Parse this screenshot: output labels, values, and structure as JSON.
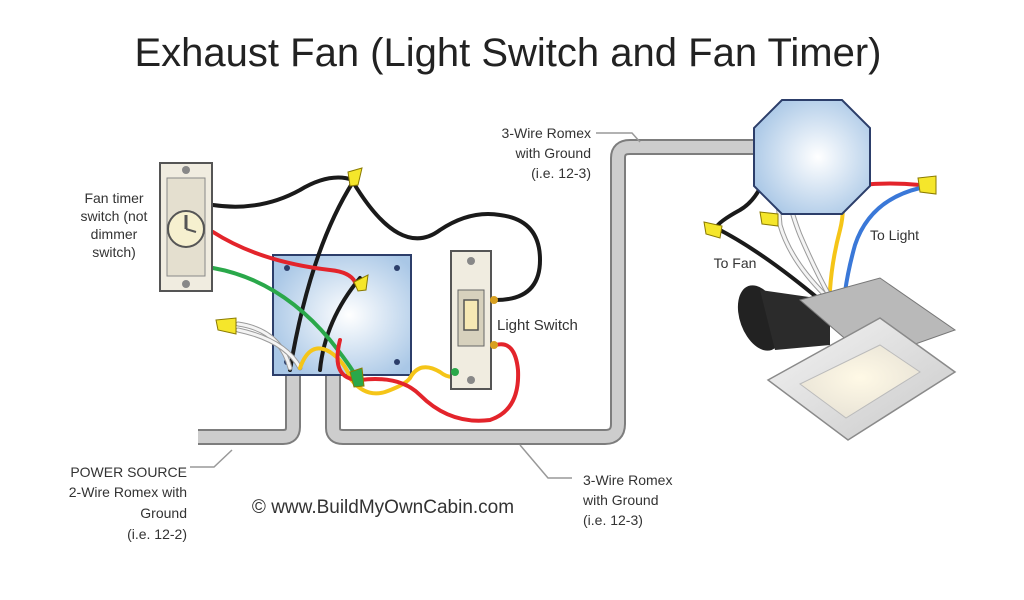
{
  "title": "Exhaust Fan (Light Switch and Fan Timer)",
  "labels": {
    "fan_timer": [
      "Fan timer",
      "switch (not",
      "dimmer",
      "switch)"
    ],
    "light_switch": "Light Switch",
    "romex_top": [
      "3-Wire Romex",
      "with Ground",
      "(i.e. 12-3)"
    ],
    "romex_bottom": [
      "3-Wire Romex",
      "with Ground",
      "(i.e. 12-3)"
    ],
    "power_source": [
      "POWER SOURCE",
      "2-Wire Romex with",
      "Ground",
      "(i.e. 12-2)"
    ],
    "to_fan": "To Fan",
    "to_light": "To Light",
    "copyright": "© www.BuildMyOwnCabin.com"
  },
  "colors": {
    "hot": "#e3242b",
    "black": "#1a1a1a",
    "neutral": "#f2f2f2",
    "ground": "#2aa84a",
    "yellow_wire": "#f5c518",
    "blue_wire": "#3a78d8",
    "cable": "#c8c8c8",
    "box": "#cfe0f2"
  }
}
